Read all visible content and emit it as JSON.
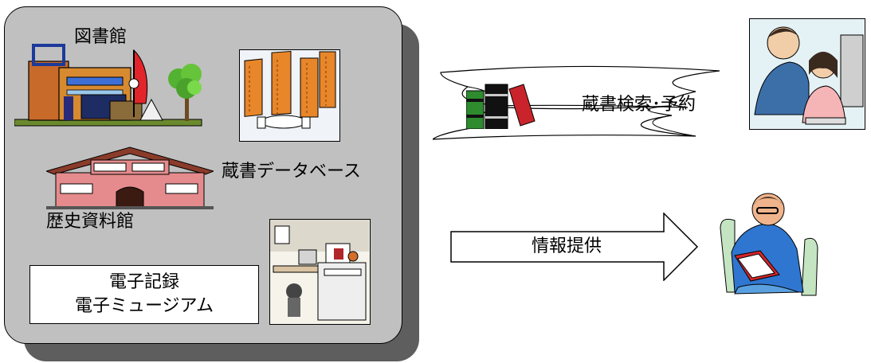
{
  "institutions": {
    "library": "図書館",
    "history_museum": "歴史資料館",
    "collection_db": "蔵書データベース",
    "electronic_record": "電子記録",
    "electronic_museum": "電子ミュージアム"
  },
  "services": {
    "search_reserve": "蔵書検索･予約",
    "info_provision": "情報提供"
  }
}
